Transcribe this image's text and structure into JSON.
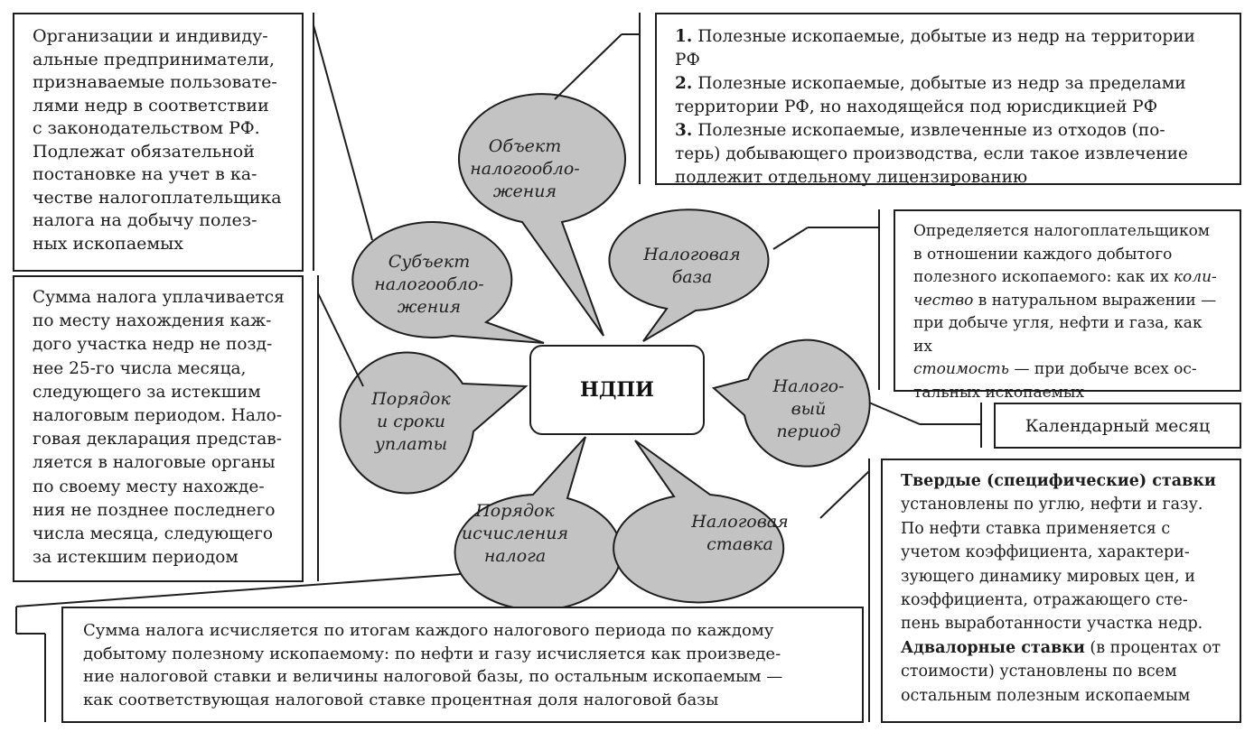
{
  "center": {
    "title": "НДПИ"
  },
  "bubbles": {
    "object": {
      "lines": [
        "Объект",
        "налогообло-",
        "жения"
      ]
    },
    "subject": {
      "lines": [
        "Субъект",
        "налогообло-",
        "жения"
      ]
    },
    "base": {
      "lines": [
        "Налоговая",
        "база"
      ]
    },
    "period": {
      "lines": [
        "Налого-",
        "вый",
        "период"
      ]
    },
    "payment": {
      "lines": [
        "Порядок",
        "и сроки",
        "уплаты"
      ]
    },
    "calculation": {
      "lines": [
        "Порядок",
        "исчисления",
        "налога"
      ]
    },
    "rate": {
      "lines": [
        "Налоговая",
        "ставка"
      ]
    }
  },
  "boxes": {
    "subject": {
      "lines": [
        "Организации и индивиду-",
        "альные предприниматели,",
        "признаваемые пользовате-",
        "лями недр в соответствии",
        "с законодательством РФ.",
        "Подлежат обязательной",
        "постановке на учет в ка-",
        "честве налогоплательщика",
        "налога на добычу полез-",
        "ных ископаемых"
      ]
    },
    "payment": {
      "lines": [
        "Сумма налога уплачивается",
        "по месту нахождения каж-",
        "дого участка недр не позд-",
        "нее 25-го числа месяца,",
        "следующего за истекшим",
        "налоговым периодом. Нало-",
        "говая декларация представ-",
        "ляется в налоговые органы",
        "по своему месту нахожде-",
        "ния не позднее последнего",
        "числа месяца, следующего",
        "за истекшим периодом"
      ]
    },
    "object": {
      "items": [
        {
          "num": "1.",
          "lines": [
            "Полезные ископаемые, добытые из недр на территории РФ"
          ]
        },
        {
          "num": "2.",
          "lines": [
            "Полезные ископаемые, добытые из недр за пределами",
            "территории РФ, но находящейся под юрисдикцией РФ"
          ]
        },
        {
          "num": "3.",
          "lines": [
            "Полезные ископаемые, извлеченные из отходов (по-",
            "терь) добывающего производства, если такое извлечение",
            "подлежит отдельному лицензированию"
          ]
        }
      ]
    },
    "base": {
      "l1": "Определяется налогоплательщиком",
      "l2": "в отношении каждого добытого",
      "l3_a": "полезного ископаемого: как их ",
      "l3_b": "коли-",
      "l4_a": "чество",
      "l4_b": " в натуральном выражении —",
      "l5": "при добыче угля, нефти и газа, как их",
      "l6_a": "стоимость",
      "l6_b": " — при добыче всех ос-",
      "l7": "тальных ископаемых"
    },
    "period": {
      "text": "Календарный месяц"
    },
    "rate": {
      "fixed_title": "Твердые (специфические) ставки",
      "fixed_lines": [
        "установлены по углю, нефти и газу.",
        "По нефти ставка применяется с",
        "учетом коэффициента, характери-",
        "зующего динамику мировых цен, и",
        "коэффициента, отражающего сте-",
        "пень выработанности участка недр."
      ],
      "advalorem_title": "Адвалорные ставки",
      "advalorem_rest": " (в процентах от",
      "advalorem_lines": [
        "стоимости) установлены по всем",
        "остальным полезным ископаемым"
      ]
    },
    "calculation": {
      "lines": [
        "Сумма налога исчисляется по итогам каждого налогового периода по каждому",
        "добытому полезному ископаемому: по нефти и газу исчисляется как произведе-",
        "ние налоговой ставки и величины налоговой базы, по остальным ископаемым —",
        "как соответствующая налоговой ставке процентная доля налоговой базы"
      ]
    }
  },
  "colors": {
    "bubble_fill": "#c3c3c3",
    "stroke": "#1e1e1e"
  }
}
